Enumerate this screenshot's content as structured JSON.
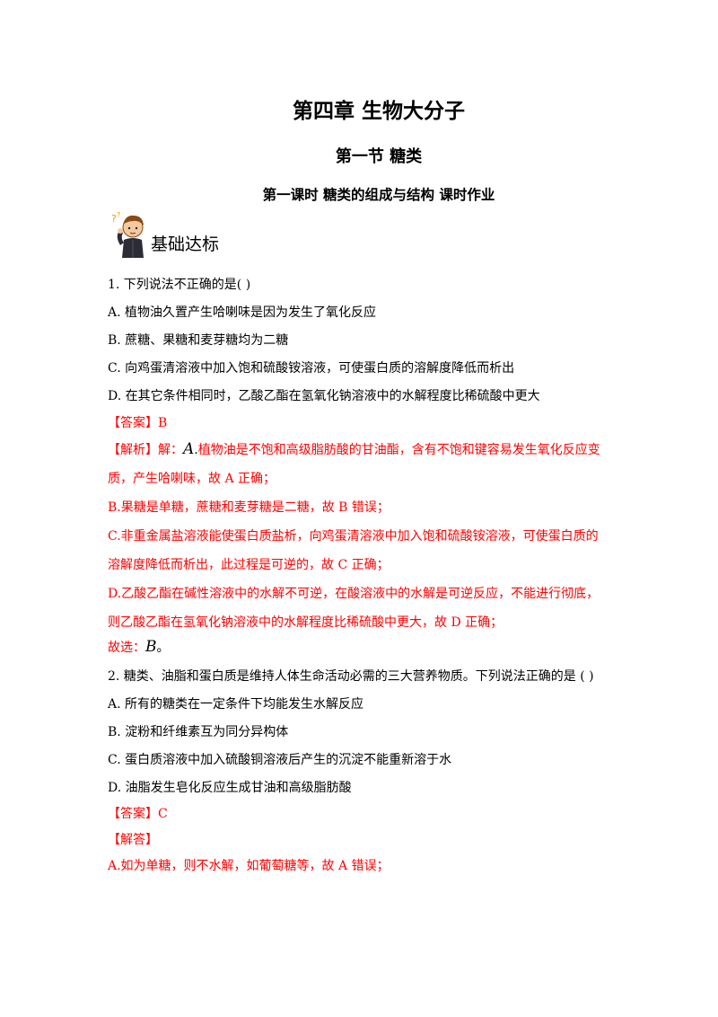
{
  "header": {
    "chapter_title": "第四章  生物大分子",
    "section_title": "第一节    糖类",
    "lesson_title": "第一课时      糖类的组成与结构    课时作业"
  },
  "badge": {
    "icon": "thinking-boy-icon",
    "label": "基础达标"
  },
  "q1": {
    "stem": "1. 下列说法不正确的是(    )",
    "options": [
      "A.  植物油久置产生哈喇味是因为发生了氧化反应",
      "B.  蔗糖、果糖和麦芽糖均为二糖",
      "C.  向鸡蛋清溶液中加入饱和硫酸铵溶液，可使蛋白质的溶解度降低而析出",
      "D.  在其它条件相同时，乙酸乙酯在氢氧化钠溶液中的水解程度比稀硫酸中更大"
    ],
    "answer": "【答案】B",
    "analysis_prefix": "【解析】解：",
    "analysis_letter": "A",
    "analysis_l1": "植物油是不饱和高级脂肪酸的甘油酯，含有不饱和键容易发生氧化反应变",
    "analysis_l2": "质，产生哈喇味，故 A 正确；",
    "analysis_l3": "B.果糖是单糖，蔗糖和麦芽糖是二糖，故 B 错误；",
    "analysis_l4": "C.非重金属盐溶液能使蛋白质盐析，向鸡蛋清溶液中加入饱和硫酸铵溶液，可使蛋白质的",
    "analysis_l5": "溶解度降低而析出，此过程是可逆的，故 C 正确；",
    "analysis_l6": "D.乙酸乙酯在碱性溶液中的水解不可逆，在酸溶液中的水解是可逆反应，不能进行彻底，",
    "analysis_l7": "则乙酸乙酯在氢氧化钠溶液中的水解程度比稀硫酸中更大，故 D 正确；",
    "choice_prefix": "故选：",
    "choice_letter": "B",
    "choice_suffix": "。"
  },
  "q2": {
    "stem": "2. 糖类、油脂和蛋白质是维持人体生命活动必需的三大营养物质。下列说法正确的是 (    )",
    "options": [
      "A.  所有的糖类在一定条件下均能发生水解反应",
      "B.  淀粉和纤维素互为同分异构体",
      "C.  蛋白质溶液中加入硫酸铜溶液后产生的沉淀不能重新溶于水",
      "D.  油脂发生皂化反应生成甘油和高级脂肪酸"
    ],
    "answer": "【答案】C",
    "analysis_label": "【解答】",
    "analysis_l1": "A.如为单糖，则不水解，如葡萄糖等，故 A 错误；"
  }
}
